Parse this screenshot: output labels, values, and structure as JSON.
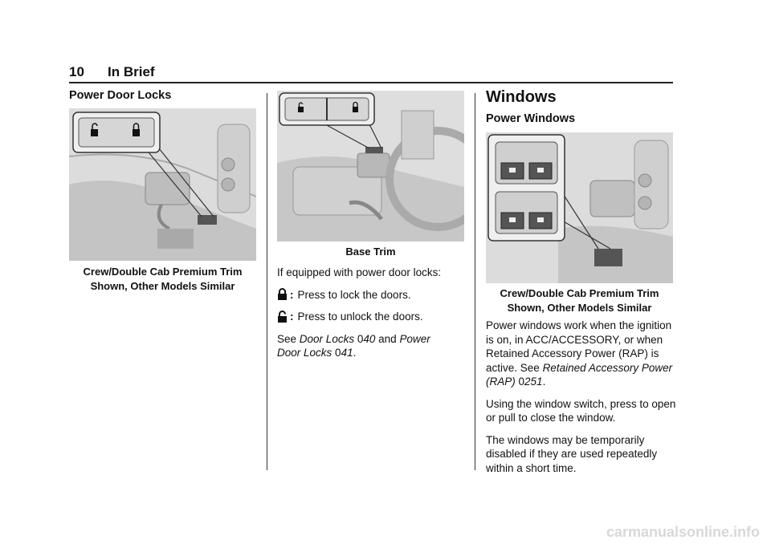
{
  "header": {
    "page_number": "10",
    "section": "In Brief"
  },
  "col1": {
    "heading": "Power Door Locks",
    "caption_line1": "Crew/Double Cab Premium Trim",
    "caption_line2": "Shown, Other Models Similar"
  },
  "col2": {
    "caption": "Base Trim",
    "intro": "If equipped with power door locks:",
    "lock_colon": ":",
    "lock_text": "Press to lock the doors.",
    "unlock_colon": ":",
    "unlock_text": "Press to unlock the doors.",
    "see": "See",
    "ref1": "Door Locks",
    "ref1_page": "40",
    "and": "and",
    "ref2_a": "Power",
    "ref2_b": "Door Locks",
    "ref2_page": "41",
    "period": ".",
    "arrow_glyph": "0"
  },
  "col3": {
    "title": "Windows",
    "heading": "Power Windows",
    "caption_line1": "Crew/Double Cab Premium Trim",
    "caption_line2": "Shown, Other Models Similar",
    "para1_a": "Power windows work when the ignition is on, in ACC/ACCESSORY, or when Retained Accessory Power (RAP) is active. See",
    "para1_ref": "Retained Accessory Power (RAP)",
    "para1_page": "251",
    "para2": "Using the window switch, press to open or pull to close the window.",
    "para3": "The windows may be temporarily disabled if they are used repeatedly within a short time."
  },
  "footer": {
    "watermark": "carmanualsonline.info"
  }
}
